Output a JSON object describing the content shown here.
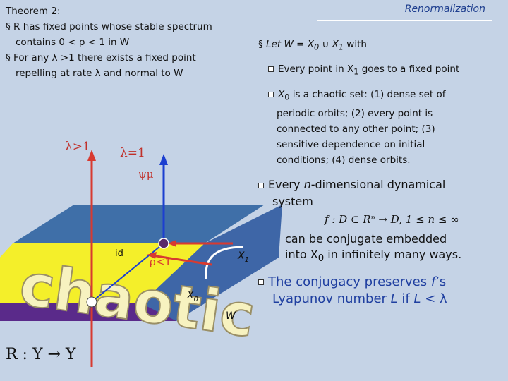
{
  "header": {
    "title": "Renormalization"
  },
  "theorem": {
    "heading": "Theorem 2:",
    "bullet1": "R has fixed points whose stable spectrum contains 0 < ρ < 1 in W",
    "bullet2": "For any λ >1 there exists a fixed point repelling at rate λ and normal to W"
  },
  "right": {
    "let_prefix": "Let W = X",
    "let_sub0": "0",
    "let_union": " ∪ X",
    "let_sub1": "1",
    "let_suffix": " with",
    "sub1_a": "Every point in X",
    "sub1_sub": "1",
    "sub1_b": " goes to a fixed point",
    "sub2_a": "X",
    "sub2_sub": "0",
    "sub2_b": " is a chaotic set: (1) dense set of periodic orbits; (2) every point is connected to any other point; (3) sensitive dependence on initial conditions; (4) dense orbits.",
    "item3_a": "Every ",
    "item3_n": "n",
    "item3_b": "-dimensional dynamical system",
    "formula": "f : D ⊂ Rⁿ → D, 1 ≤ n ≤ ∞",
    "item3_c": "can be conjugate embedded into X",
    "item3_csub": "0",
    "item3_d": " in infinitely many ways.",
    "item4_a": "The conjugacy preserves ",
    "item4_f": "f",
    "item4_b": "’s Lyapunov number ",
    "item4_L1": "L",
    "item4_c": " if ",
    "item4_L2": "L",
    "item4_d": " < λ"
  },
  "diagram": {
    "lambda_gt": "λ>1",
    "lambda_eq": "λ=1",
    "psi": "ψμ",
    "id": "id",
    "rho": "ρ<1",
    "x1": "X",
    "x1_sub": "1",
    "x0": "X",
    "x0_sub": "0",
    "w": "W",
    "chaotic": "chaotic",
    "colors": {
      "blue_plane": "#3f6fa8",
      "yellow_plane": "#f4ef2a",
      "red_arrow": "#d83a30",
      "purple_dot": "#5a2a6a",
      "axis_blue": "#1c3fd0"
    }
  },
  "footer": {
    "map": "R : Y → Y"
  }
}
